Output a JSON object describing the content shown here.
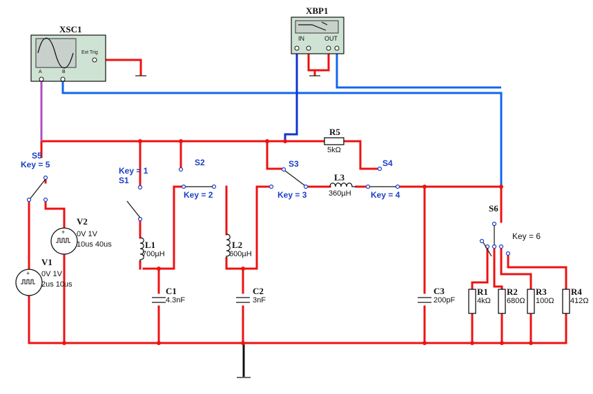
{
  "instruments": {
    "oscilloscope": {
      "name": "XSC1",
      "trigger_label": "Ext Trig",
      "pin_a": "A",
      "pin_b": "B"
    },
    "bode_plotter": {
      "name": "XBP1",
      "in_label": "IN",
      "out_label": "OUT"
    }
  },
  "sources": [
    {
      "name": "V1",
      "line1": "0V 1V",
      "line2": "2us 10us"
    },
    {
      "name": "V2",
      "line1": "0V 1V",
      "line2": "10us 40us"
    }
  ],
  "switches": [
    {
      "name": "S1",
      "key": "Key = 1"
    },
    {
      "name": "S2",
      "key": "Key = 2"
    },
    {
      "name": "S3",
      "key": "Key = 3"
    },
    {
      "name": "S4",
      "key": "Key = 4"
    },
    {
      "name": "S5",
      "key": "Key = 5"
    },
    {
      "name": "S6",
      "key": "Key = 6"
    }
  ],
  "inductors": [
    {
      "name": "L1",
      "value": "700µH"
    },
    {
      "name": "L2",
      "value": "600µH"
    },
    {
      "name": "L3",
      "value": "360µH"
    }
  ],
  "capacitors": [
    {
      "name": "C1",
      "value": "4.3nF"
    },
    {
      "name": "C2",
      "value": "3nF"
    },
    {
      "name": "C3",
      "value": "200pF"
    }
  ],
  "resistors": [
    {
      "name": "R1",
      "value": "4kΩ"
    },
    {
      "name": "R2",
      "value": "680Ω"
    },
    {
      "name": "R3",
      "value": "100Ω"
    },
    {
      "name": "R4",
      "value": "412Ω"
    },
    {
      "name": "R5",
      "value": "5kΩ"
    }
  ],
  "colors": {
    "wire": "#ee1111",
    "probe_b": "#1166ee",
    "probe_bode_in": "#1133cc",
    "probe_a": "#b04fc0",
    "key_text": "#1a3ec8",
    "instrument_body": "#cfe3d4"
  }
}
